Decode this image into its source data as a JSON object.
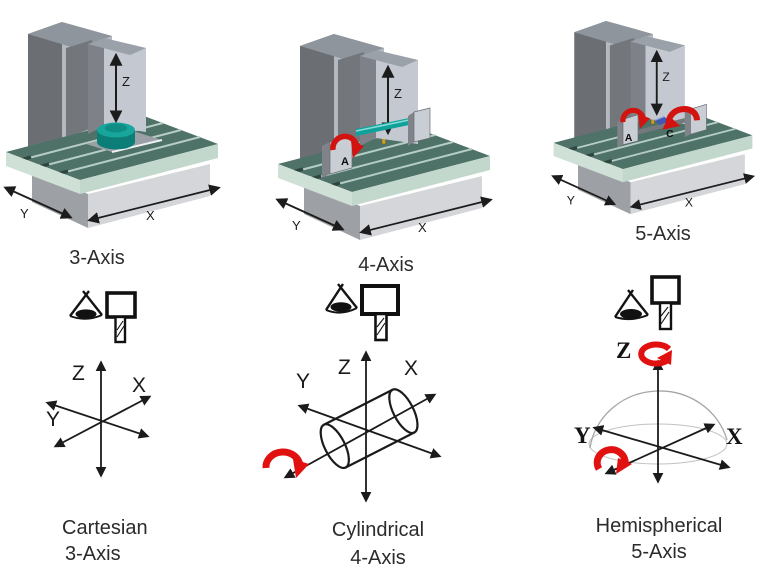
{
  "figure": {
    "background": "#ffffff",
    "description_titles": [
      "3-Axis",
      "4-Axis",
      "5-Axis"
    ]
  },
  "colors": {
    "table_green": "#4e7168",
    "table_edge_mint": "#cfe0d7",
    "machine_gray_light": "#c4c9d1",
    "machine_gray_dark": "#6b6f74",
    "workpiece_teal": "#14a099",
    "workpiece_blue": "#4157b8",
    "rotation_red": "#d81410",
    "line_black": "#1b1b1b",
    "text_dark": "#2b2b2b"
  },
  "columns": [
    {
      "machine_label": "3-Axis",
      "axis_z": "Z",
      "axis_x": "X",
      "axis_y": "Y",
      "diagram_z": "Z",
      "diagram_x": "X",
      "diagram_y": "Y",
      "caption_system": "Cartesian",
      "caption_axes": "3-Axis"
    },
    {
      "machine_label": "4-Axis",
      "axis_z": "Z",
      "axis_x": "X",
      "axis_y": "Y",
      "rotary_a": "A",
      "diagram_z": "Z",
      "diagram_x": "X",
      "diagram_y": "Y",
      "caption_system": "Cylindrical",
      "caption_axes": "4-Axis"
    },
    {
      "machine_label": "5-Axis",
      "axis_z": "Z",
      "axis_x": "X",
      "axis_y": "Y",
      "rotary_a": "A",
      "rotary_c": "C",
      "diagram_z": "Z",
      "diagram_x": "X",
      "diagram_y": "Y",
      "caption_system": "Hemispherical",
      "caption_axes": "5-Axis"
    }
  ]
}
